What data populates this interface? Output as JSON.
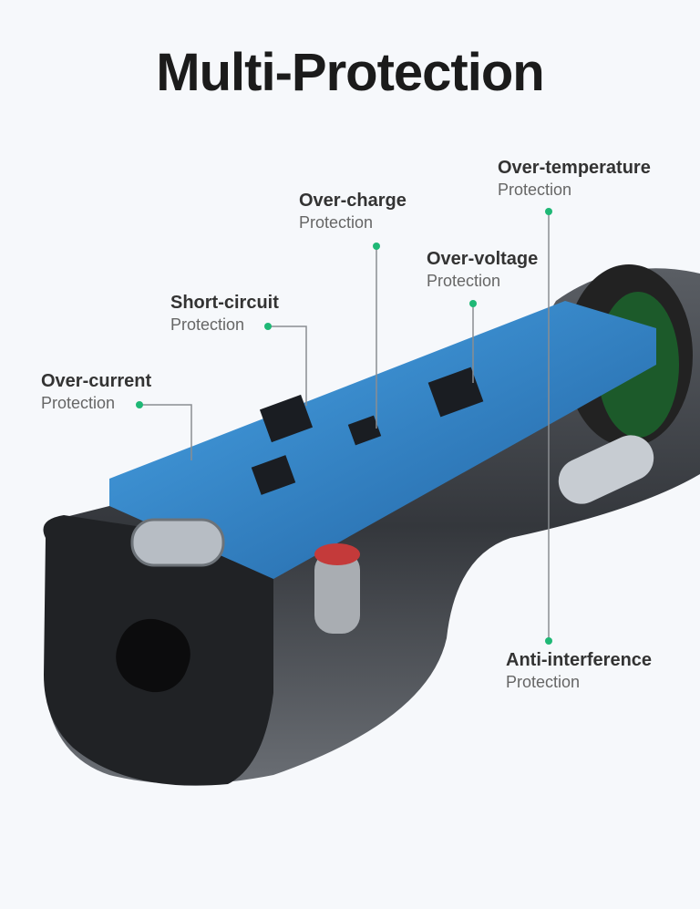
{
  "title": "Multi-Protection",
  "callouts": [
    {
      "heading": "Over-current",
      "sub": "Protection"
    },
    {
      "heading": "Short-circuit",
      "sub": "Protection"
    },
    {
      "heading": "Over-charge",
      "sub": "Protection"
    },
    {
      "heading": "Over-voltage",
      "sub": "Protection"
    },
    {
      "heading": "Over-temperature",
      "sub": "Protection"
    },
    {
      "heading": "Anti-interference",
      "sub": "Protection"
    }
  ],
  "colors": {
    "dot": "#1fb876",
    "line": "#8a8d91",
    "pcb": "#2f7fc4",
    "body": "#3a3d42"
  }
}
